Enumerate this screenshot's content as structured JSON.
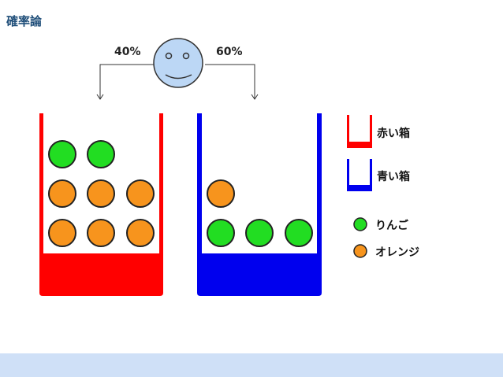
{
  "title": "確率論",
  "chooser": {
    "left_percent": "40%",
    "right_percent": "60%"
  },
  "boxes": [
    {
      "name": "赤い箱",
      "color": "#ff0000",
      "apples": 2,
      "oranges": 6
    },
    {
      "name": "青い箱",
      "color": "#0000ee",
      "apples": 3,
      "oranges": 1
    }
  ],
  "legend": {
    "red_box": "赤い箱",
    "blue_box": "青い箱",
    "apple": "りんご",
    "orange": "オレンジ"
  },
  "colors": {
    "apple": "#22dd22",
    "orange": "#f7941d",
    "face": "#bcd7f5",
    "footer": "#cfe0f7"
  }
}
